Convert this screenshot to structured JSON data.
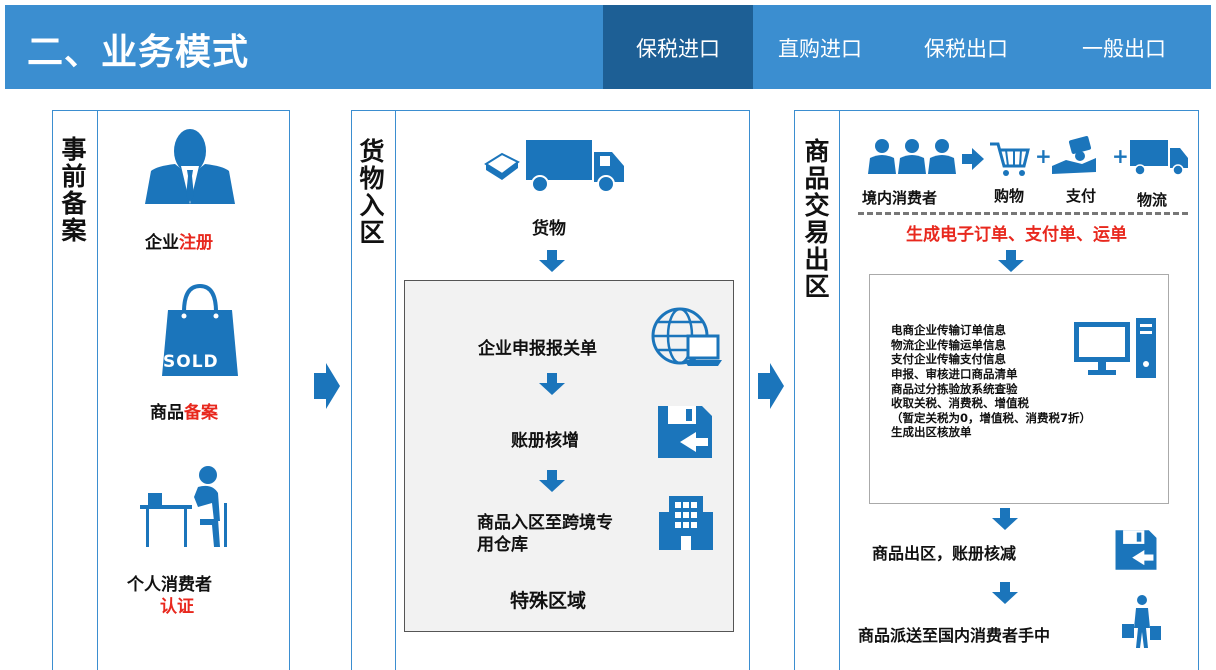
{
  "header": {
    "title": "二、业务模式",
    "tabs": [
      {
        "label": "保税进口",
        "active": true
      },
      {
        "label": "直购进口",
        "active": false
      },
      {
        "label": "保税出口",
        "active": false
      },
      {
        "label": "一般出口",
        "active": false
      }
    ]
  },
  "colors": {
    "header": "#3b8ed0",
    "active_tab": "#1d5f95",
    "icon": "#1b75bb",
    "highlight": "#e8281e"
  },
  "section1": {
    "label": "事前备案",
    "items": [
      {
        "icon": "businessman-icon",
        "text": "企业",
        "highlight": "注册"
      },
      {
        "icon": "shopping-bag-icon",
        "bag_text": "SOLD",
        "text": "商品",
        "highlight": "备案"
      },
      {
        "icon": "person-at-desk-icon",
        "text": "个人消费者",
        "highlight": "认证"
      }
    ]
  },
  "section2": {
    "label": "货物入区",
    "goods_label": "货物",
    "box_steps": [
      "企业申报报关单",
      "账册核增",
      "商品入区至跨境专",
      "用仓库"
    ],
    "box_title": "特殊区域"
  },
  "section3": {
    "label": "商品交易出区",
    "flow_labels": [
      "境内消费者",
      "购物",
      "支付",
      "物流"
    ],
    "generated": "生成电子订单、支付单、运单",
    "box_lines": [
      "电商企业传输订单信息",
      "物流企业传输运单信息",
      "支付企业传输支付信息",
      "申报、审核进口商品清单",
      "商品过分拣验放系统查验",
      "收取关税、消费税、增值税",
      "（暂定关税为0，增值税、消费税7折）",
      "生成出区核放单"
    ],
    "exit_text": "商品出区，账册核减",
    "delivery_text": "商品派送至国内消费者手中"
  }
}
